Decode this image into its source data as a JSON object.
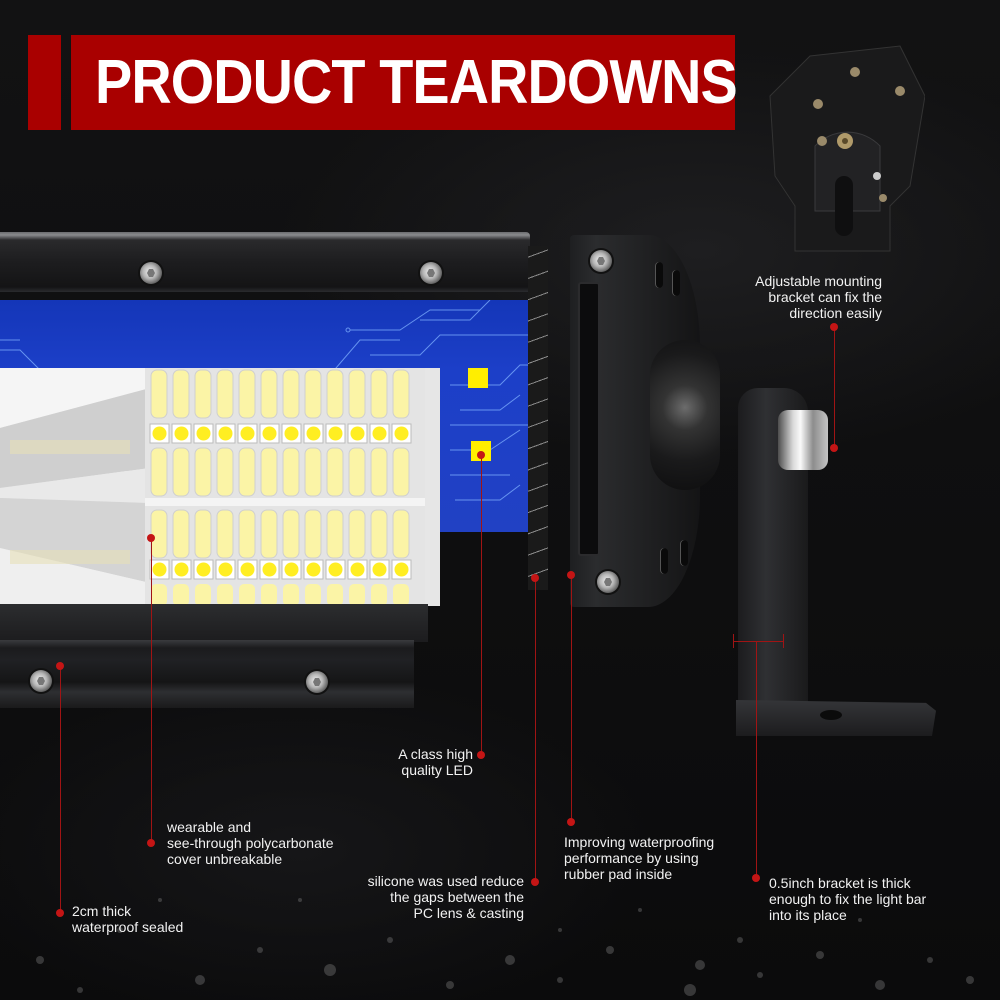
{
  "banner": {
    "title": "PRODUCT TEARDOWNS",
    "color": "#a90000"
  },
  "callouts": [
    {
      "id": "adjustable-bracket",
      "text": "Adjustable mounting\nbracket can fix the\ndirection easily",
      "align": "right"
    },
    {
      "id": "led-quality",
      "text": "A class high\nquality LED",
      "align": "right"
    },
    {
      "id": "polycarbonate-cover",
      "text": "wearable and\nsee-through polycarbonate\ncover unbreakable",
      "align": "left"
    },
    {
      "id": "silicone-seal",
      "text": "silicone was used reduce\nthe gaps between the\nPC lens & casting",
      "align": "right"
    },
    {
      "id": "rubber-pad",
      "text": "Improving waterproofing\nperformance by using\nrubber pad inside",
      "align": "left"
    },
    {
      "id": "bracket-thickness",
      "text": "0.5inch bracket is thick\nenough to fix the light bar\ninto its place",
      "align": "left"
    },
    {
      "id": "waterproof-thickness",
      "text": "2cm thick\nwaterproof sealed",
      "align": "left"
    }
  ],
  "colors": {
    "leader": "#a01414",
    "dot": "#c41515",
    "pcb_blue": "#1c3fc8",
    "led_yellow": "#ffee00",
    "background": "#0d0d0e"
  },
  "product": {
    "led_columns": 12
  }
}
